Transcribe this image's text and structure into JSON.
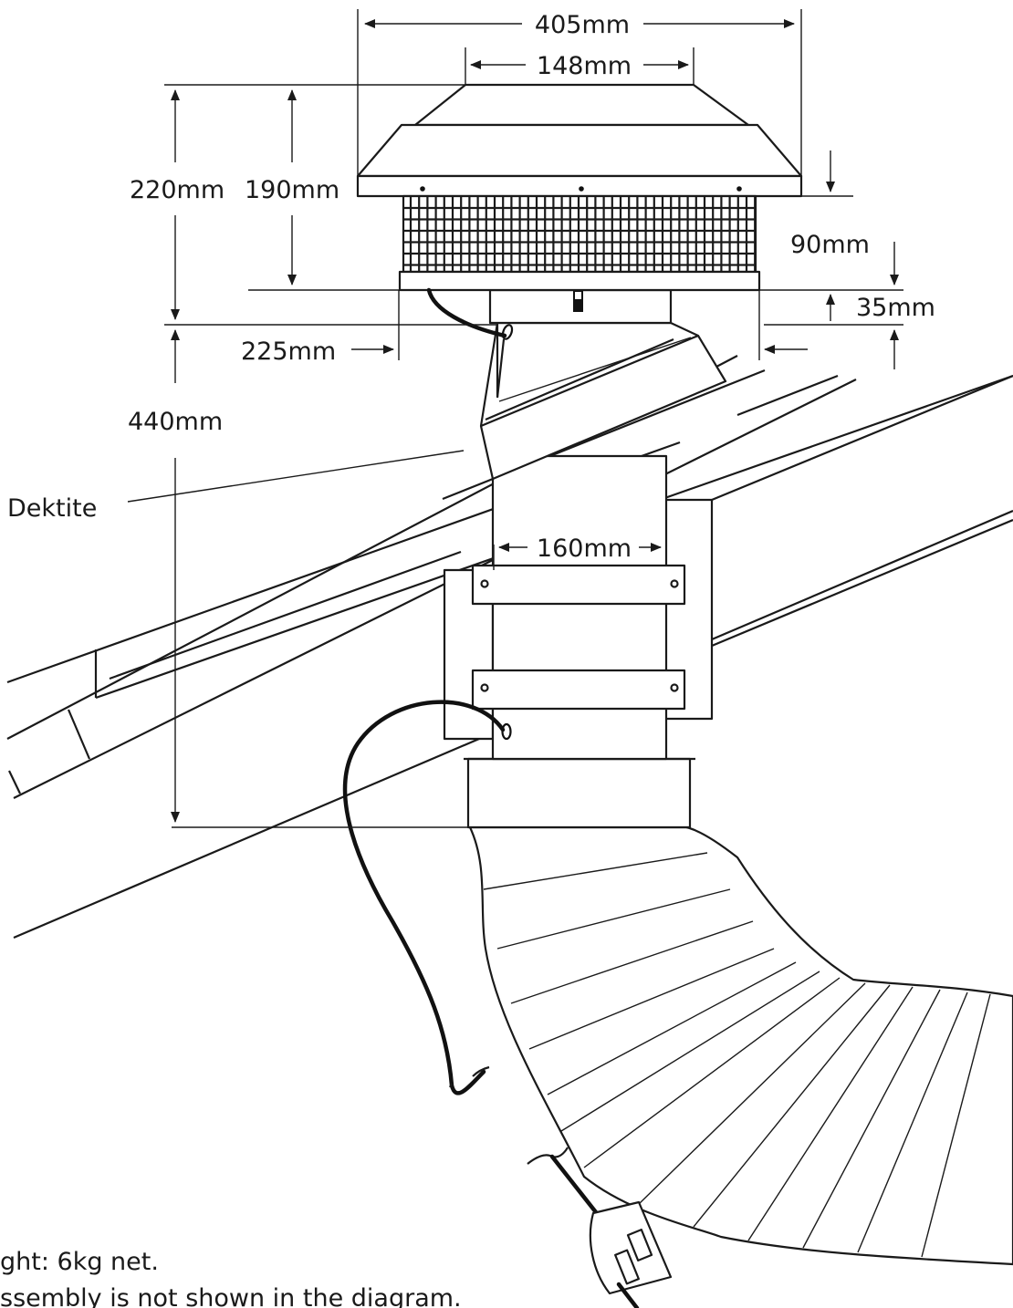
{
  "dimensions": {
    "overall_width": "405mm",
    "top_width": "148mm",
    "height_overall": "220mm",
    "height_body": "190mm",
    "cap_drop": "90mm",
    "base_height": "35mm",
    "base_width": "225mm",
    "below_roof": "440mm",
    "duct_width": "160mm"
  },
  "callouts": {
    "flashing": "Dektite"
  },
  "notes": {
    "line1": "ght: 6kg net.",
    "line2": "ssembly is not shown in the diagram."
  }
}
